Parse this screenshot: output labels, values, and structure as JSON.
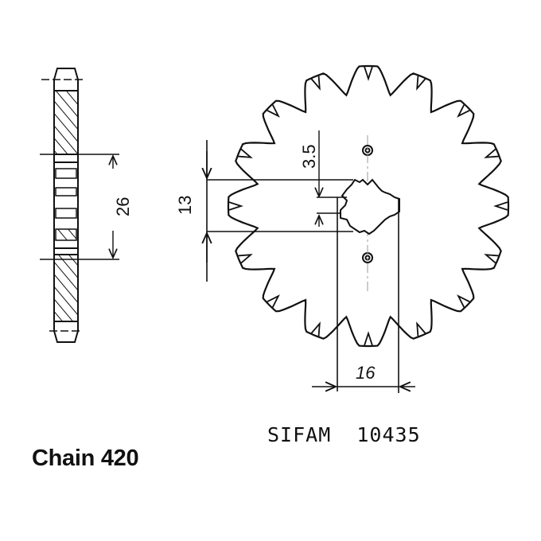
{
  "labels": {
    "chain": "Chain 420",
    "brand_ref": "SIFAM  10435"
  },
  "dimensions": {
    "hub_width": "26",
    "bore_height": "13",
    "key_height": "3.5",
    "bore_width": "16"
  },
  "sprocket": {
    "teeth": 16,
    "colors": {
      "line": "#111111",
      "background": "#ffffff",
      "centerline": "#999999"
    }
  }
}
